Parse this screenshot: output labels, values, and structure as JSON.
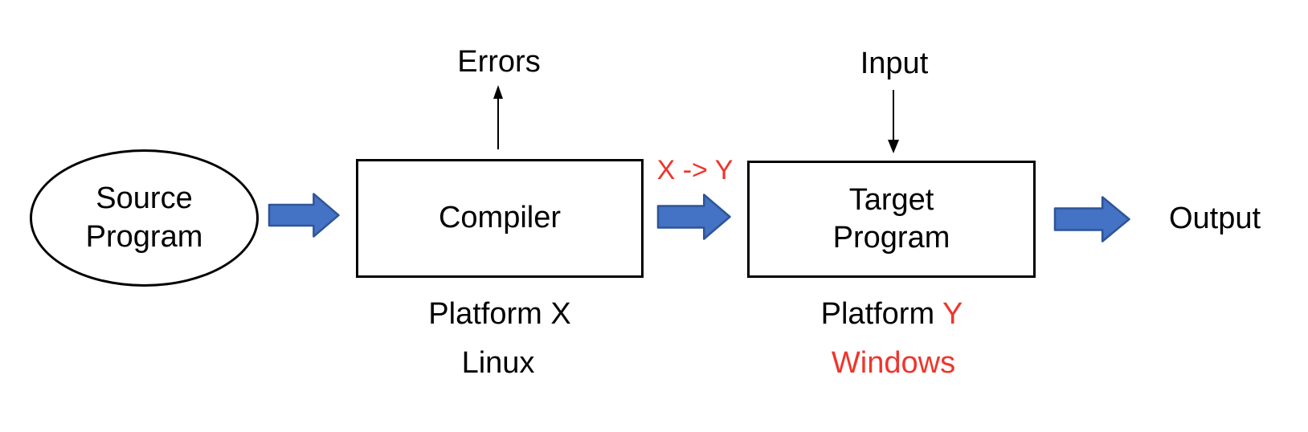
{
  "diagram": {
    "title_hint": "compiler-flow-diagram",
    "source_node": {
      "line1": "Source",
      "line2": "Program"
    },
    "errors_label": "Errors",
    "input_label": "Input",
    "compiler_node": {
      "label": "Compiler"
    },
    "target_node": {
      "line1": "Target",
      "line2": "Program"
    },
    "transform_label": "X -> Y",
    "output_label": "Output",
    "compiler_platform": {
      "name": "Platform X",
      "os": "Linux"
    },
    "target_platform": {
      "prefix": "Platform ",
      "letter": "Y",
      "os": "Windows"
    },
    "colors": {
      "arrow_fill": "#4472C4",
      "arrow_border": "#2F5597",
      "highlight_red": "#EE352C",
      "text_black": "#000000"
    }
  }
}
